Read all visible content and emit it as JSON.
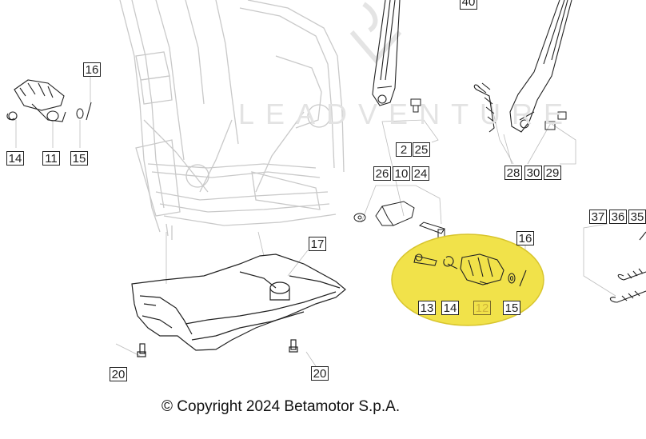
{
  "watermark": "LEADVENTURE",
  "copyright": "© Copyright 2024 Betamotor S.p.A.",
  "colors": {
    "highlight": "#f1e24a",
    "highlight_edge": "#d8c52e",
    "line": "#222222",
    "frame": "#c9c9c9",
    "grey": "#b5b5b5"
  },
  "callouts": {
    "c40": "40",
    "c16a": "16",
    "c14a": "14",
    "c11": "11",
    "c15a": "15",
    "c2": "2",
    "c25": "25",
    "c28": "28",
    "c30": "30",
    "c29": "29",
    "c26": "26",
    "c10": "10",
    "c24": "24",
    "c17": "17",
    "c16b": "16",
    "c13": "13",
    "c14b": "14",
    "c12": "12",
    "c15b": "15",
    "c37": "37",
    "c36": "36",
    "c35": "35",
    "c20a": "20",
    "c20b": "20"
  }
}
